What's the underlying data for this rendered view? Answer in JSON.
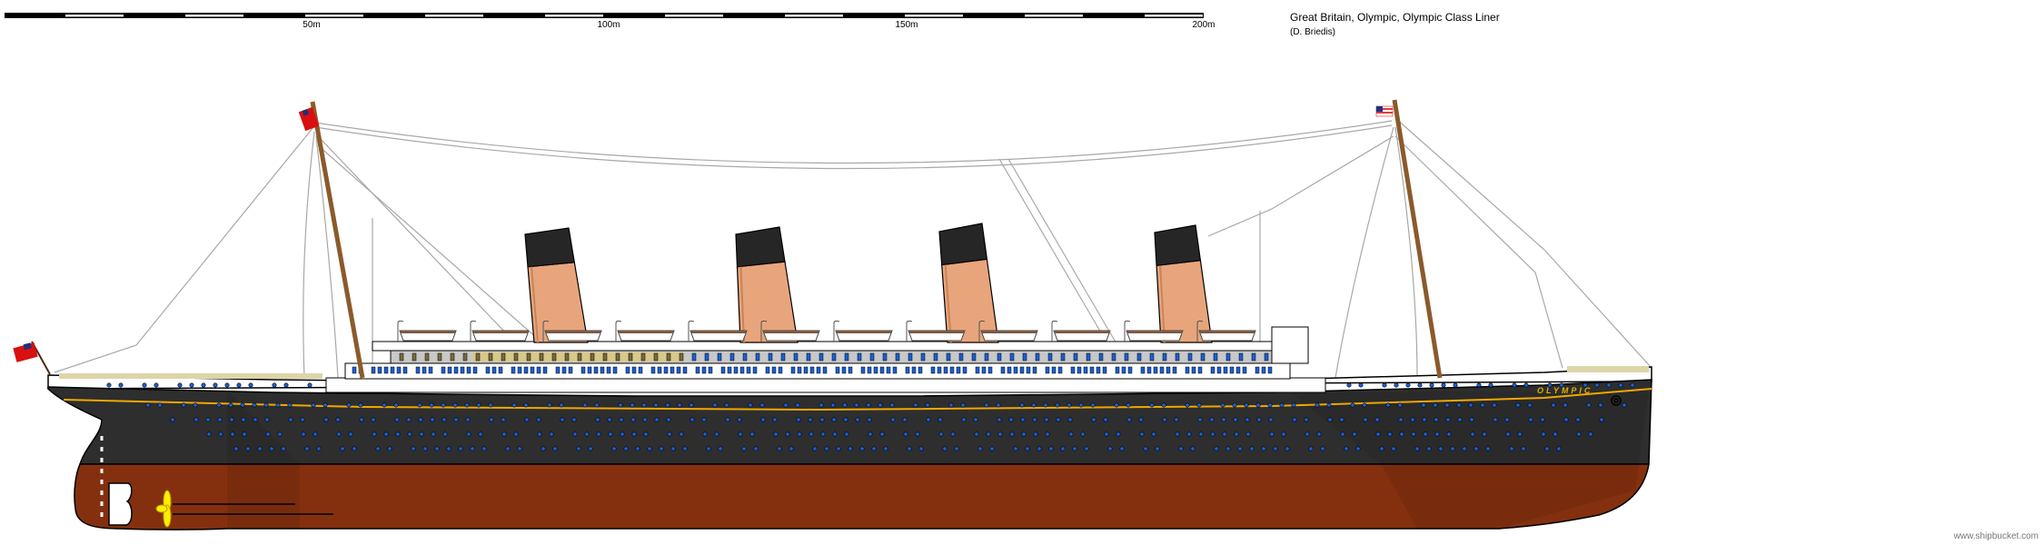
{
  "scale_bar": {
    "unit": "m",
    "max_value": 200,
    "labels": [
      "50m",
      "100m",
      "150m",
      "200m"
    ]
  },
  "header": {
    "title": "Great Britain, Olympic, Olympic Class Liner",
    "author": "(D. Briedis)"
  },
  "ship": {
    "name_on_hull": "OLYMPIC",
    "colors": {
      "hull_black": "#2e2e2e",
      "hull_red": "#84300f",
      "funnel_buff": "#e8a57c",
      "funnel_top": "#262626",
      "boot_line": "#f0a800",
      "porthole": "#1a5fd6",
      "deck_tan": "#ddd5a8",
      "mast": "#8b5a2b"
    }
  },
  "footer": {
    "credit": "www.shipbucket.com"
  }
}
